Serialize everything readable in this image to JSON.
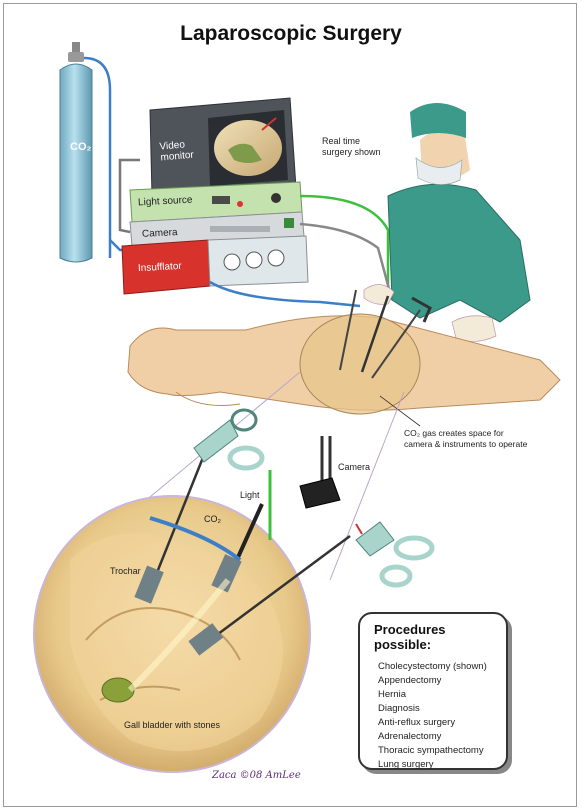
{
  "title": "Laparoscopic Surgery",
  "labels": {
    "co2_tank": "CO₂",
    "video_monitor": "Video monitor",
    "real_time": "Real time\nsurgery shown",
    "light_source": "Light source",
    "camera_unit": "Camera",
    "insufflator": "Insufflator",
    "co2_creates_space": "CO₂ gas creates space for\ncamera & instruments to operate",
    "camera_cable": "Camera",
    "light_cable": "Light",
    "co2_tube": "CO₂",
    "trochar": "Trochar",
    "gall_bladder": "Gall bladder with stones"
  },
  "procedures": {
    "title": "Procedures possible:",
    "items": [
      "Cholecystectomy (shown)",
      "Appendectomy",
      "Hernia",
      "Diagnosis",
      "Anti-reflux surgery",
      "Adrenalectomy",
      "Thoracic sympathectomy",
      "Lung surgery"
    ]
  },
  "signature": "Zaca ©08 AmLee",
  "colors": {
    "tank": "#8cc3d6",
    "monitor": "#5a5f66",
    "light_source": "#b8dca0",
    "camera": "#d4d8dc",
    "insufflator": "#d8322c",
    "scrubs": "#3b9a8a",
    "skin": "#f0cfa6",
    "green_cable": "#3fbf3f",
    "blue_tube": "#3d7fc7"
  }
}
